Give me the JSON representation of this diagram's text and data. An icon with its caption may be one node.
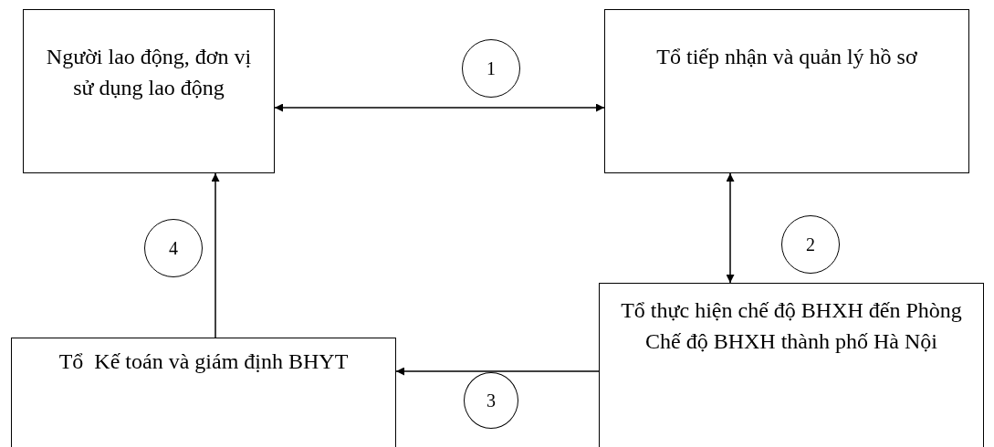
{
  "diagram": {
    "nodes": [
      {
        "text": [
          "Người lao động, đơn vị sử dụng lao động"
        ]
      },
      {
        "text": [
          "Tổ tiếp nhận và quản lý hồ sơ"
        ]
      },
      {
        "text": [
          "Tổ  Kế toán và giám định BHYT"
        ]
      },
      {
        "text": [
          "Tổ thực hiện chế độ BHXH đến Phòng Chế độ BHXH thành phố Hà Nội"
        ]
      },
      {
        "text": [
          "1"
        ]
      },
      {
        "text": [
          "2"
        ]
      },
      {
        "text": [
          "3"
        ]
      },
      {
        "text": [
          "4"
        ]
      }
    ],
    "edges": [
      {
        "from": 0,
        "to": 1,
        "arrow": "both"
      },
      {
        "from": 1,
        "to": 3,
        "arrow": "both"
      },
      {
        "from": 3,
        "to": 2,
        "arrow": "to"
      },
      {
        "from": 2,
        "to": 0,
        "arrow": "to"
      }
    ]
  }
}
